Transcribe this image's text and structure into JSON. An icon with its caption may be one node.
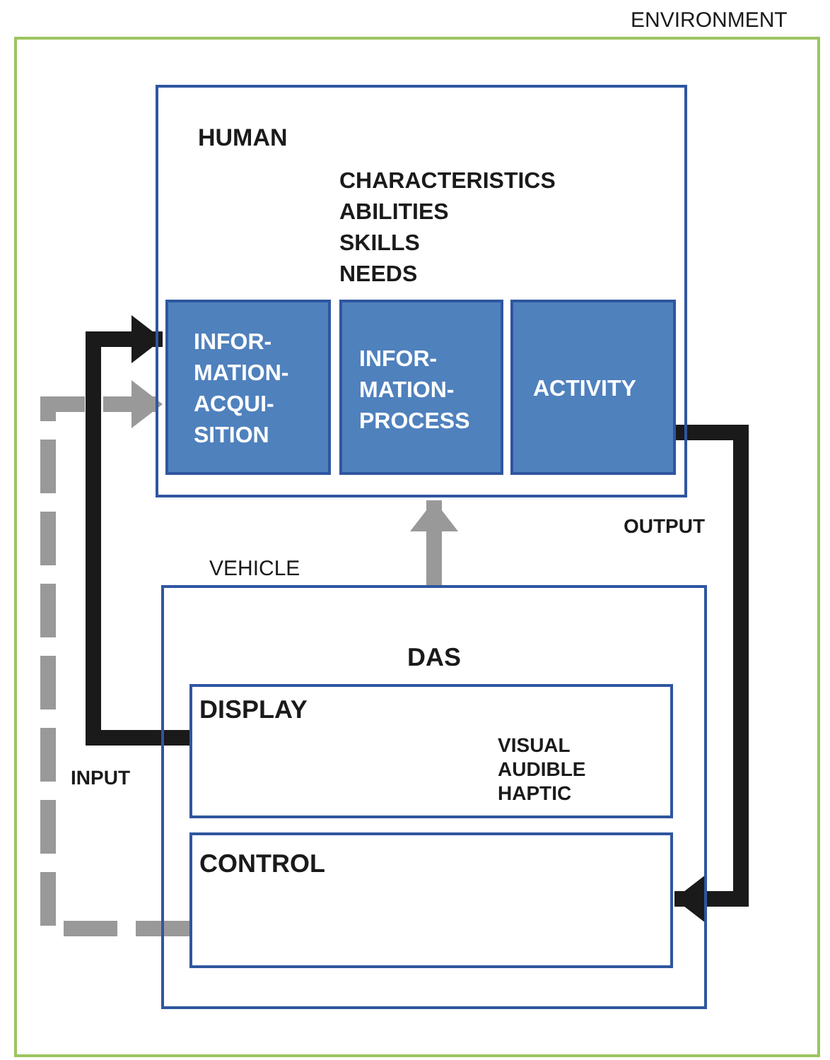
{
  "diagram": {
    "nodes": [
      {
        "text": [
          "ENVIRONMENT"
        ]
      },
      {
        "text": [
          "HUMAN",
          "CHARACTERISTICS ABILITIES SKILLS NEEDS"
        ],
        "in": 0
      },
      {
        "text": [
          "INFOR- MATION- ACQUI- SITION"
        ],
        "in": 1
      },
      {
        "text": [
          "INFOR- MATION- PROCESS"
        ],
        "in": 1
      },
      {
        "text": [
          "ACTIVITY"
        ],
        "in": 1
      },
      {
        "text": [
          "VEHICLE",
          "DAS"
        ],
        "in": 0
      },
      {
        "text": [
          "DISPLAY",
          "VISUAL AUDIBLE HAPTIC"
        ],
        "in": 5
      },
      {
        "text": [
          "CONTROL"
        ],
        "in": 5
      }
    ],
    "edges": [
      {
        "from": 6,
        "to": 2,
        "arrow": "to",
        "label": "INPUT"
      },
      {
        "from": 7,
        "to": 2,
        "arrow": "to",
        "style": "dashed",
        "color": "#999999"
      },
      {
        "from": 5,
        "to": 1,
        "arrow": "to",
        "color": "#999999"
      },
      {
        "from": 4,
        "to": 7,
        "arrow": "to",
        "label": "OUTPUT"
      }
    ]
  }
}
